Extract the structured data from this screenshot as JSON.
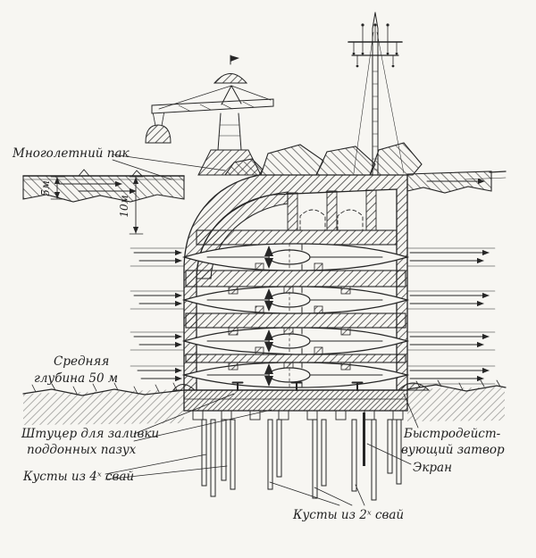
{
  "figure": {
    "colors": {
      "paper": "#f7f6f2",
      "ink": "#262626"
    }
  },
  "labels": {
    "perennial_pack": "Многолетний пак",
    "dim_ice": "5м",
    "dim_keel": "10м",
    "avg_depth_1": "Средняя",
    "avg_depth_2": "глубина 50 м",
    "fitting_1": "Штуцер для заливки",
    "fitting_2": "поддонных пазух",
    "piles4": "Кусты из 4ˣ свай",
    "gate_1": "Быстродейст-",
    "gate_2": "вующий затвор",
    "screen": "Экран",
    "piles2": "Кусты из 2ˣ свай"
  }
}
